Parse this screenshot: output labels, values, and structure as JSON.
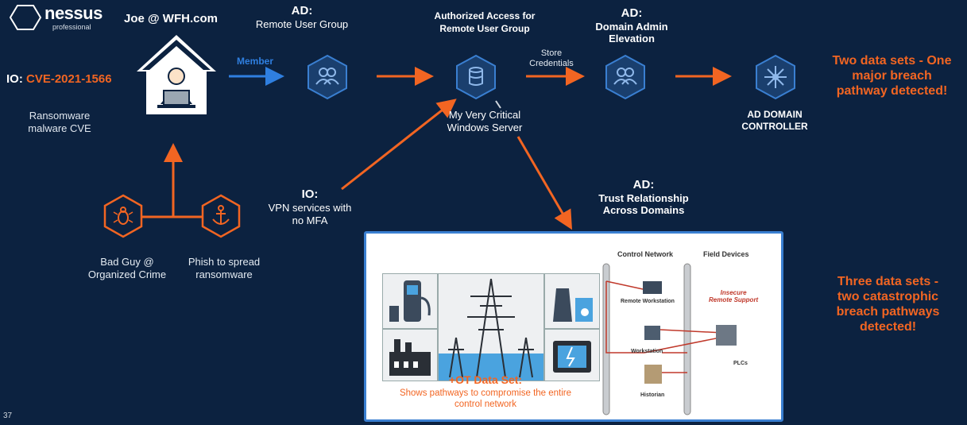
{
  "brand": {
    "name": "nessus",
    "sub": "professional"
  },
  "user_label": "Joe @ WFH.com",
  "io_cve": {
    "prefix": "IO: ",
    "cve": "CVE-2021-1566",
    "desc_line1": "Ransomware",
    "desc_line2": "malware  CVE"
  },
  "edge_member": "Member",
  "ad_remote": {
    "title": "AD:",
    "sub": "Remote User Group"
  },
  "authorized": {
    "line1": "Authorized Access for",
    "line2": "Remote User Group"
  },
  "store_credentials": {
    "line1": "Store",
    "line2": "Credentials"
  },
  "server_label": {
    "line1": "My Very Critical",
    "line2": "Windows Server"
  },
  "ad_domain_admin": {
    "title": "AD:",
    "line1": "Domain Admin",
    "line2": "Elevation"
  },
  "ad_controller": {
    "line1": "AD DOMAIN",
    "line2": "CONTROLLER"
  },
  "summary_two": {
    "line1": "Two data sets - One",
    "line2": "major breach",
    "line3": "pathway detected!"
  },
  "io_vpn": {
    "title": "IO:",
    "line1": "VPN services with",
    "line2": "no MFA"
  },
  "bad_guy": {
    "line1": "Bad Guy @",
    "line2": "Organized Crime"
  },
  "phish": {
    "line1": "Phish to spread",
    "line2": "ransomware"
  },
  "ad_trust": {
    "title": "AD:",
    "line1": "Trust Relationship",
    "line2": "Across Domains"
  },
  "ot_panel": {
    "control_network": "Control Network",
    "field_devices": "Field Devices",
    "insecure_line1": "Insecure",
    "insecure_line2": "Remote Support",
    "remote_workstation": "Remote Workstation",
    "workstation": "Workstation",
    "historian": "Historian",
    "plcs": "PLCs",
    "ot_title": "+OT Data Set:",
    "ot_line1": "Shows pathways to compromise the entire",
    "ot_line2": "control network"
  },
  "summary_three": {
    "line1": "Three data sets -",
    "line2": "two catastrophic",
    "line3": "breach pathways",
    "line4": "detected!"
  },
  "slide_number": "37",
  "colors": {
    "background": "#0c2240",
    "accent_orange": "#f26522",
    "accent_blue": "#3a7fd1",
    "icon_blue": "#1f4f86"
  }
}
